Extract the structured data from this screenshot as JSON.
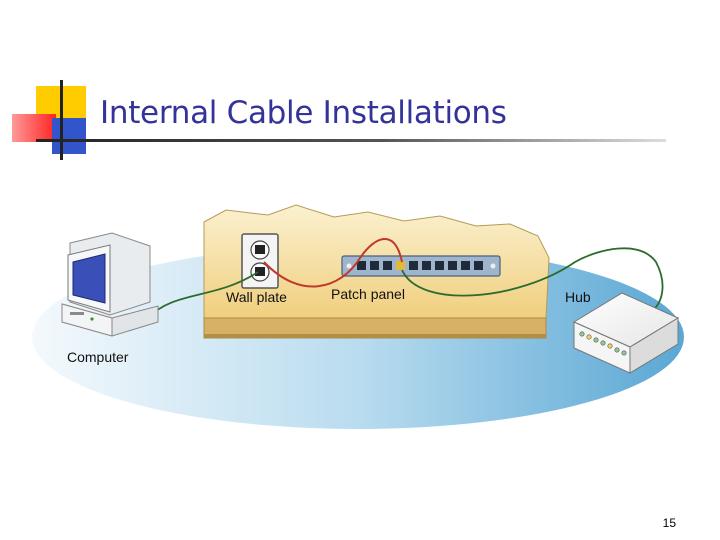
{
  "slide": {
    "title": "Internal Cable Installations",
    "page_number": "15"
  },
  "diagram": {
    "labels": {
      "wall_plate": "Wall plate",
      "patch_panel": "Patch panel",
      "hub": "Hub",
      "computer": "Computer"
    }
  },
  "colors": {
    "title": "#333399",
    "accent_yellow": "#ffcc00",
    "accent_red": "#ff3333",
    "accent_blue": "#3355cc",
    "cable_red": "#c0392b",
    "cable_green": "#2d6b2d",
    "floor_blue": "#5aa7d4",
    "wall_beige": "#f4dfa3"
  }
}
